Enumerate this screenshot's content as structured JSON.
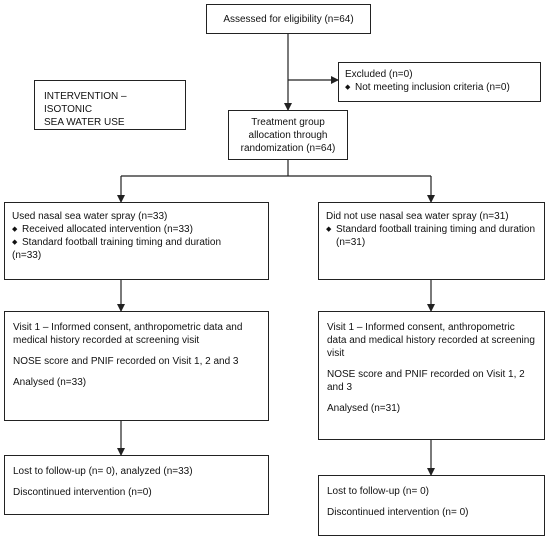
{
  "assessed": "Assessed for eligibility (n=64)",
  "excluded": {
    "title": "Excluded (n=0)",
    "bullet": "Not meeting inclusion criteria (n=0)"
  },
  "intervention_label": {
    "line1": "INTERVENTION – ISOTONIC",
    "line2": "SEA WATER USE"
  },
  "allocation": {
    "line1": "Treatment group",
    "line2": "allocation through",
    "line3": "randomization (n=64)"
  },
  "left_group": {
    "title": "Used nasal sea water spray (n=33)",
    "bullet1": "Received allocated intervention (n=33)",
    "bullet2_line1": "Standard football training timing and duration",
    "bullet2_line2": "(n=33)"
  },
  "right_group": {
    "title": "Did not use nasal sea water spray (n=31)",
    "bullet1_line1": "Standard football training timing and duration",
    "bullet1_line2": "(n=31)"
  },
  "left_visit": {
    "line1": "Visit 1 – Informed consent, anthropometric data and",
    "line2": "medical history recorded at screening visit",
    "nose": "NOSE score and PNIF recorded on Visit 1, 2 and 3",
    "analysed": "Analysed (n=33)"
  },
  "right_visit": {
    "line1": "Visit 1 – Informed consent, anthropometric",
    "line2": "data and medical history recorded at screening",
    "line3": "visit",
    "nose1": "NOSE score and PNIF recorded on Visit 1, 2",
    "nose2": "and 3",
    "analysed": "Analysed (n=31)"
  },
  "left_followup": {
    "lost": "Lost to follow-up (n= 0), analyzed (n=33)",
    "discontinued": "Discontinued intervention (n=0)"
  },
  "right_followup": {
    "lost": "Lost to follow-up (n= 0)",
    "discontinued": "Discontinued intervention (n= 0)"
  },
  "bullet_glyph": "◆"
}
